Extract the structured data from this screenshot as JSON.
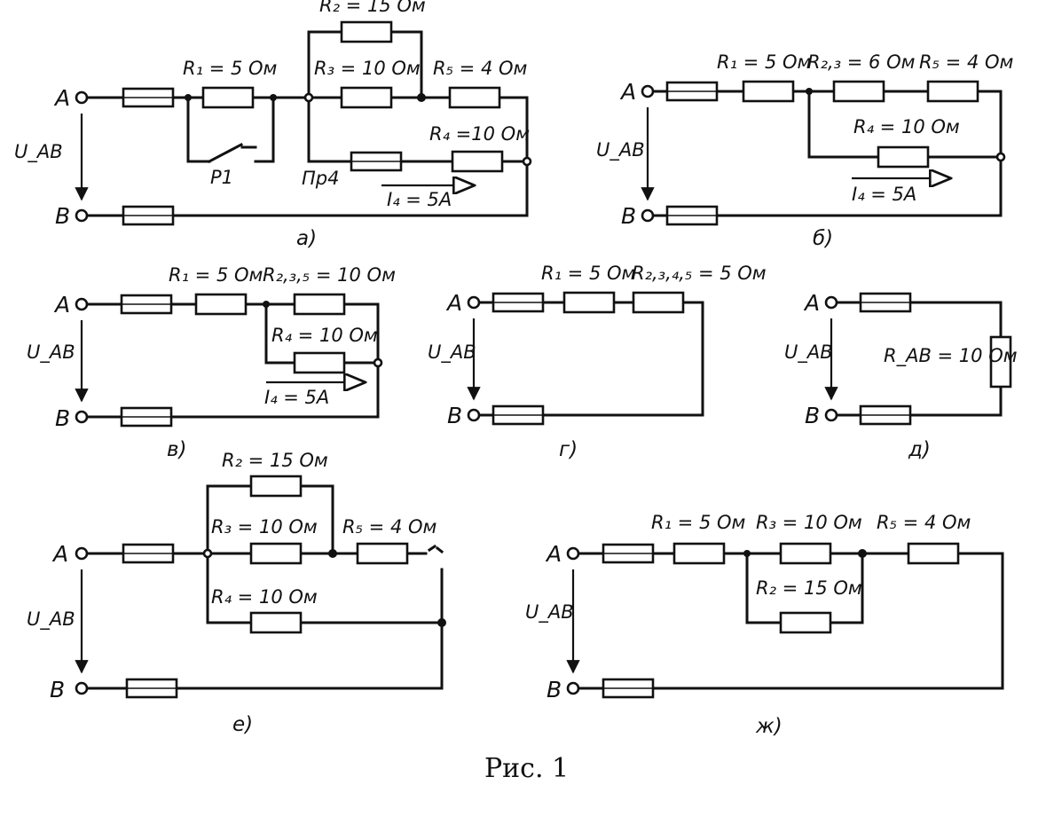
{
  "figure_caption": "Рис. 1",
  "diagrams": {
    "a": {
      "caption": "а)",
      "node_a": "A",
      "node_b": "B",
      "voltage": "U_AB",
      "r1": "R₁ = 5 Ом",
      "r2": "R₂ = 15 Ом",
      "r3": "R₃ = 10 Ом",
      "r4": "R₄ =10 Ом",
      "r5": "R₅ = 4 Ом",
      "switch": "P1",
      "fuse": "Пр4",
      "current": "I₄ = 5A"
    },
    "b": {
      "caption": "б)",
      "node_a": "A",
      "node_b": "B",
      "voltage": "U_AB",
      "r1": "R₁ = 5 Ом",
      "r23": "R₂,₃ = 6 Ом",
      "r5": "R₅ = 4 Ом",
      "r4": "R₄ = 10 Ом",
      "current": "I₄ = 5A"
    },
    "c": {
      "caption": "в)",
      "node_a": "A",
      "node_b": "B",
      "voltage": "U_AB",
      "r1": "R₁ = 5 Ом",
      "r235": "R₂,₃,₅ = 10 Ом",
      "r4": "R₄ = 10 Ом",
      "current": "I₄ = 5A"
    },
    "d": {
      "caption": "г)",
      "node_a": "A",
      "node_b": "B",
      "voltage": "U_AB",
      "r1": "R₁ = 5 Ом",
      "r2345": "R₂,₃,₄,₅ = 5 Ом"
    },
    "e": {
      "caption": "д)",
      "node_a": "A",
      "node_b": "B",
      "voltage": "U_AB",
      "rab": "R_AB = 10 Ом"
    },
    "f": {
      "caption": "е)",
      "node_a": "A",
      "node_b": "B",
      "voltage": "U_AB",
      "r2": "R₂ = 15 Ом",
      "r3": "R₃ = 10 Ом",
      "r5": "R₅ = 4 Ом",
      "r4": "R₄ = 10 Ом"
    },
    "g": {
      "caption": "ж)",
      "node_a": "A",
      "node_b": "B",
      "voltage": "U_AB",
      "r1": "R₁ = 5 Ом",
      "r3": "R₃ = 10 Ом",
      "r5": "R₅ = 4 Ом",
      "r2": "R₂ = 15 Ом"
    }
  }
}
